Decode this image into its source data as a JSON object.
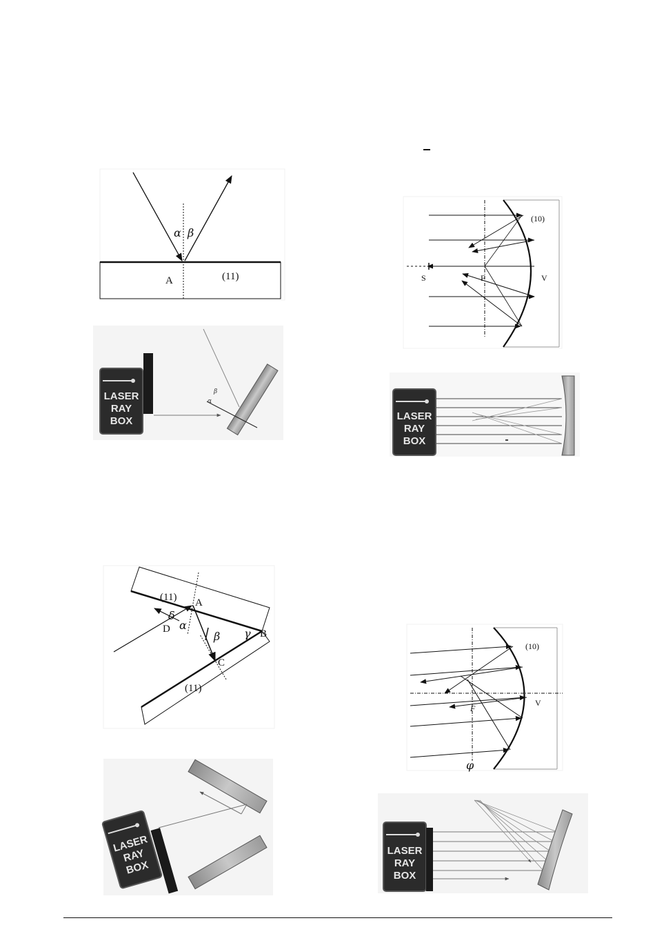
{
  "fig_plane": {
    "angle_incident": "α",
    "angle_reflected": "β",
    "point": "A",
    "mirror_number": "(11)"
  },
  "fig_plane_photo": {
    "box": [
      "LASER",
      "RAY",
      "BOX"
    ],
    "angle_b": "β",
    "angle_a": "α"
  },
  "fig_angle": {
    "mirror_top": "(11)",
    "mirror_bottom": "(11)",
    "A": "A",
    "B": "B",
    "C": "C",
    "D": "D",
    "delta": "δ",
    "alpha": "α",
    "beta": "β",
    "gamma": "γ"
  },
  "fig_angle_photo": {
    "box": [
      "LASER",
      "RAY",
      "BOX"
    ]
  },
  "fig_concave": {
    "mirror_number": "(10)",
    "S": "S",
    "F": "F",
    "V": "V"
  },
  "fig_concave_photo": {
    "box": [
      "LASER",
      "RAY",
      "BOX"
    ]
  },
  "fig_oblique": {
    "mirror_number": "(10)",
    "F": "F",
    "V": "V",
    "phi": "φ"
  },
  "fig_oblique_photo": {
    "box": [
      "LASER",
      "RAY",
      "BOX"
    ]
  }
}
